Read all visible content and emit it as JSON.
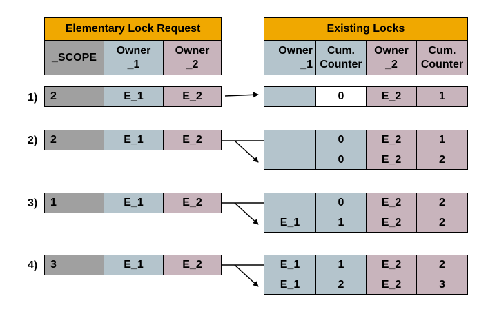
{
  "request_header": {
    "title": "Elementary Lock Request",
    "col_scope": "_SCOPE",
    "col_owner1": "Owner\n_1",
    "col_owner2": "Owner\n_2"
  },
  "existing_header": {
    "title": "Existing Locks",
    "col_owner1": "Owner\n_1",
    "col_cum1": "Cum.\nCounter",
    "col_owner2": "Owner\n_2",
    "col_cum2": "Cum.\nCounter"
  },
  "cases": [
    {
      "label": "1)",
      "request": {
        "scope": "2",
        "owner1": "E_1",
        "owner2": "E_2"
      },
      "locks": [
        {
          "owner1": "",
          "cum1": "0",
          "owner2": "E_2",
          "cum2": "1"
        }
      ]
    },
    {
      "label": "2)",
      "request": {
        "scope": "2",
        "owner1": "E_1",
        "owner2": "E_2"
      },
      "locks": [
        {
          "owner1": "",
          "cum1": "0",
          "owner2": "E_2",
          "cum2": "1"
        },
        {
          "owner1": "",
          "cum1": "0",
          "owner2": "E_2",
          "cum2": "2"
        }
      ]
    },
    {
      "label": "3)",
      "request": {
        "scope": "1",
        "owner1": "E_1",
        "owner2": "E_2"
      },
      "locks": [
        {
          "owner1": "",
          "cum1": "0",
          "owner2": "E_2",
          "cum2": "2"
        },
        {
          "owner1": "E_1",
          "cum1": "1",
          "owner2": "E_2",
          "cum2": "2"
        }
      ]
    },
    {
      "label": "4)",
      "request": {
        "scope": "3",
        "owner1": "E_1",
        "owner2": "E_2"
      },
      "locks": [
        {
          "owner1": "E_1",
          "cum1": "1",
          "owner2": "E_2",
          "cum2": "2"
        },
        {
          "owner1": "E_1",
          "cum1": "2",
          "owner2": "E_2",
          "cum2": "3"
        }
      ]
    }
  ]
}
